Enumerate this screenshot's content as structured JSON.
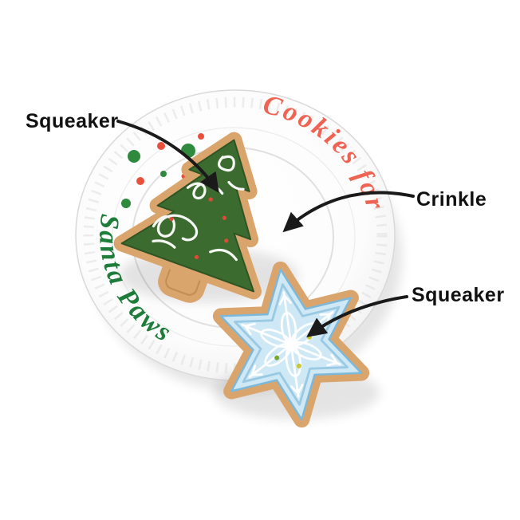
{
  "annotations": {
    "top_left": "Squeaker",
    "right": "Crinkle",
    "bottom_right": "Squeaker"
  },
  "plate": {
    "rim_text_top": "Cookies for",
    "rim_text_bottom": "Santa Paws"
  },
  "colors": {
    "background": "#ffffff",
    "label_color": "#111111",
    "arrow_color": "#1a1a1a",
    "rim_red": "#ee6352",
    "rim_green": "#1f7d3b",
    "dot_red": "#e8503c",
    "dot_green": "#2f8a3e",
    "cookie_tan": "#d9a56d",
    "tree_green": "#3c6b2f",
    "icing_white": "#ffffff",
    "snow_blue": "#cfe8f5",
    "snow_blue_edge": "#7cb8d9",
    "plate_line": "#e0e0e0"
  }
}
